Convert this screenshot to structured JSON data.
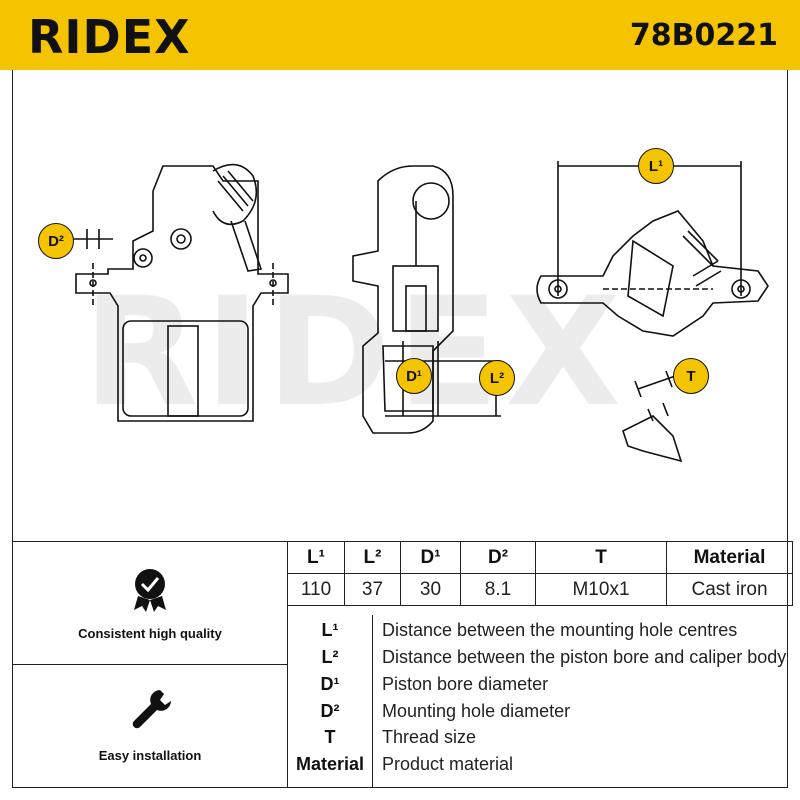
{
  "header": {
    "brand": "RIDEX",
    "part_number": "78B0221"
  },
  "diagram": {
    "watermark": "RIDEX",
    "labels": {
      "d2": "D²",
      "d1": "D¹",
      "l2": "L²",
      "l1": "L¹",
      "t": "T"
    }
  },
  "features": [
    {
      "label": "Consistent high quality",
      "icon": "quality-badge-icon"
    },
    {
      "label": "Easy installation",
      "icon": "wrench-icon"
    }
  ],
  "specs": {
    "headers": [
      "L¹",
      "L²",
      "D¹",
      "D²",
      "T",
      "Material"
    ],
    "values": [
      "110",
      "37",
      "30",
      "8.1",
      "M10x1",
      "Cast iron"
    ]
  },
  "legend": [
    {
      "key": "L¹",
      "desc": "Distance between the mounting hole centres"
    },
    {
      "key": "L²",
      "desc": "Distance between the piston bore and caliper body"
    },
    {
      "key": "D¹",
      "desc": "Piston bore diameter"
    },
    {
      "key": "D²",
      "desc": "Mounting hole diameter"
    },
    {
      "key": "T",
      "desc": "Thread size"
    },
    {
      "key": "Material",
      "desc": "Product material"
    }
  ],
  "colors": {
    "brand_yellow": "#f5c400",
    "line": "#222222"
  }
}
